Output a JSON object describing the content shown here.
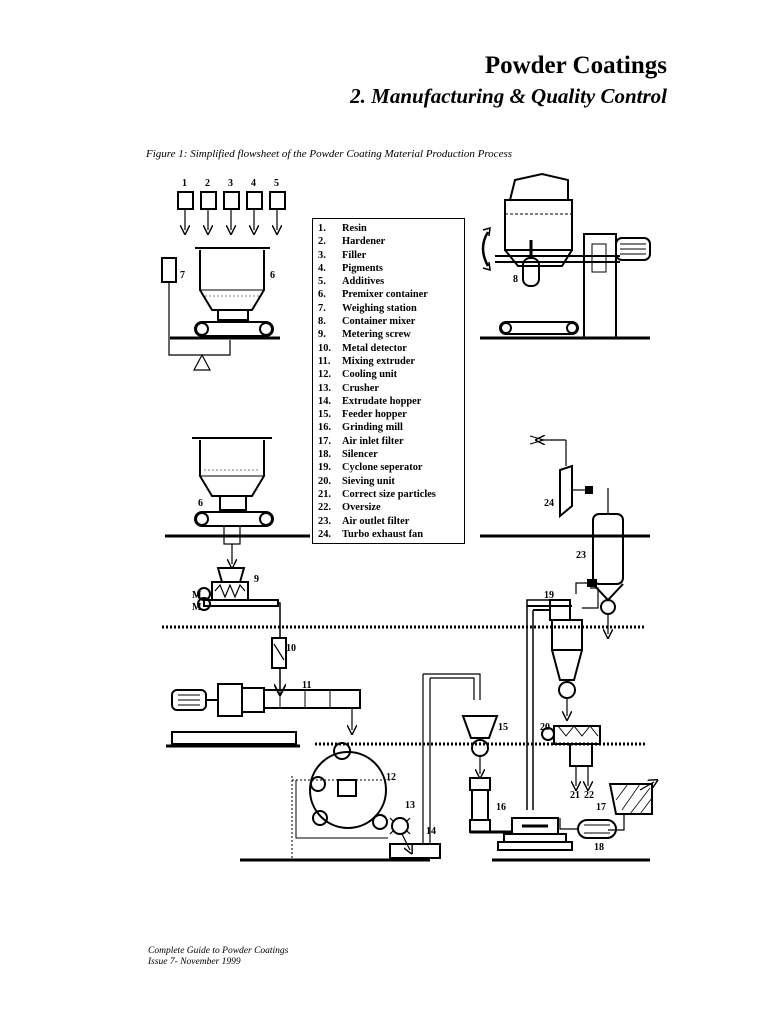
{
  "header": {
    "title": "Powder Coatings",
    "subtitle": "2. Manufacturing & Quality Control"
  },
  "figure": {
    "caption": "Figure 1: Simplified flowsheet of the Powder Coating Material Production Process",
    "legend": [
      {
        "num": "1.",
        "label": "Resin"
      },
      {
        "num": "2.",
        "label": "Hardener"
      },
      {
        "num": "3.",
        "label": "Filler"
      },
      {
        "num": "4.",
        "label": "Pigments"
      },
      {
        "num": "5.",
        "label": "Additives"
      },
      {
        "num": "6.",
        "label": "Premixer container"
      },
      {
        "num": "7.",
        "label": "Weighing  station"
      },
      {
        "num": "8.",
        "label": "Container mixer"
      },
      {
        "num": "9.",
        "label": "Metering screw"
      },
      {
        "num": "10.",
        "label": "Metal detector"
      },
      {
        "num": "11.",
        "label": "Mixing extruder"
      },
      {
        "num": "12.",
        "label": "Cooling unit"
      },
      {
        "num": "13.",
        "label": "Crusher"
      },
      {
        "num": "14.",
        "label": "Extrudate hopper"
      },
      {
        "num": "15.",
        "label": "Feeder hopper"
      },
      {
        "num": "16.",
        "label": "Grinding mill"
      },
      {
        "num": "17.",
        "label": "Air inlet filter"
      },
      {
        "num": "18.",
        "label": "Silencer"
      },
      {
        "num": "19.",
        "label": "Cyclone seperator"
      },
      {
        "num": "20.",
        "label": "Sieving unit"
      },
      {
        "num": "21.",
        "label": "Correct size particles"
      },
      {
        "num": "22.",
        "label": "Oversize"
      },
      {
        "num": "23.",
        "label": "Air outlet filter"
      },
      {
        "num": "24.",
        "label": "Turbo exhaust fan"
      }
    ],
    "labels": {
      "n1": "1",
      "n2": "2",
      "n3": "3",
      "n4": "4",
      "n5": "5",
      "n6a": "6",
      "n6b": "6",
      "n7": "7",
      "n8": "8",
      "n9": "9",
      "n10": "10",
      "n11": "11",
      "n12": "12",
      "n13": "13",
      "n14": "14",
      "n15": "15",
      "n16": "16",
      "n17": "17",
      "n18": "18",
      "n19": "19",
      "n20": "20",
      "n21": "21",
      "n22": "22",
      "n23": "23",
      "n24": "24",
      "m1": "M",
      "m2": "M"
    }
  },
  "footer": {
    "line1": "Complete Guide to Powder Coatings",
    "line2": "Issue 7- November 1999"
  }
}
